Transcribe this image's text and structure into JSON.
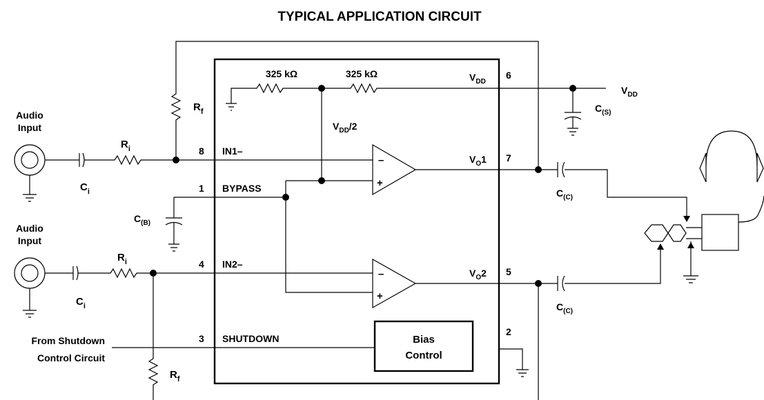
{
  "title": "TYPICAL APPLICATION CIRCUIT",
  "components": {
    "r_top_left": "325 kΩ",
    "r_top_right": "325 kΩ",
    "rf": "R",
    "rf_sub": "f",
    "ri": "R",
    "ri_sub": "i",
    "ci": "C",
    "ci_sub": "i",
    "cs": "C",
    "cs_sub": "(S)",
    "cb": "C",
    "cb_sub": "(B)",
    "cc": "C",
    "cc_sub": "(C)",
    "vdd_half": "V",
    "vdd_half_sub": "DD",
    "vdd_half_tail": "/2"
  },
  "pins": {
    "p6_num": "6",
    "p6_name": "V",
    "p6_sub": "DD",
    "p8_num": "8",
    "p8_name": "IN1–",
    "p7_num": "7",
    "p7_name": "V",
    "p7_sub": "O",
    "p7_tail": "1",
    "p1_num": "1",
    "p1_name": "BYPASS",
    "p4_num": "4",
    "p4_name": "IN2–",
    "p5_num": "5",
    "p5_name": "V",
    "p5_sub": "O",
    "p5_tail": "2",
    "p3_num": "3",
    "p3_name": "SHUTDOWN",
    "p2_num": "2"
  },
  "supply": {
    "name": "V",
    "sub": "DD"
  },
  "inputs": {
    "label_line1": "Audio",
    "label_line2": "Input"
  },
  "shutdown_source": {
    "line1": "From Shutdown",
    "line2": "Control Circuit"
  },
  "bias_block": {
    "line1": "Bias",
    "line2": "Control"
  },
  "opamp_signs": {
    "minus": "–",
    "plus": "+"
  }
}
